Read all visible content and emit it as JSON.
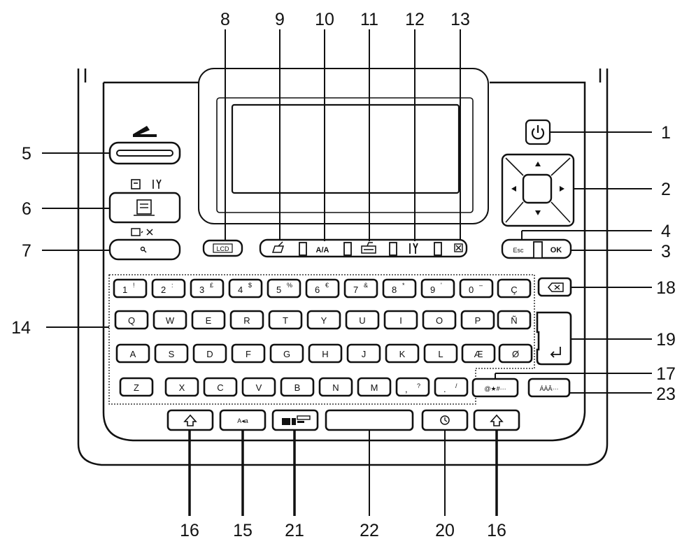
{
  "callouts": {
    "c1": "1",
    "c2": "2",
    "c3": "3",
    "c4": "4",
    "c5": "5",
    "c6": "6",
    "c7": "7",
    "c8": "8",
    "c9": "9",
    "c10": "10",
    "c11": "11",
    "c12": "12",
    "c13": "13",
    "c14": "14",
    "c15": "15",
    "c16a": "16",
    "c16b": "16",
    "c17": "17",
    "c18": "18",
    "c19": "19",
    "c20": "20",
    "c21": "21",
    "c22": "22",
    "c23": "23"
  },
  "keys": {
    "row1": [
      {
        "main": "1",
        "sub": "!"
      },
      {
        "main": "2",
        "sub": ":"
      },
      {
        "main": "3",
        "sub": "£"
      },
      {
        "main": "4",
        "sub": "$"
      },
      {
        "main": "5",
        "sub": "%"
      },
      {
        "main": "6",
        "sub": "€"
      },
      {
        "main": "7",
        "sub": "&"
      },
      {
        "main": "8",
        "sub": "*"
      },
      {
        "main": "9",
        "sub": "'"
      },
      {
        "main": "0",
        "sub": "–"
      },
      {
        "main": "Ç",
        "sub": ""
      }
    ],
    "row2": [
      "Q",
      "W",
      "E",
      "R",
      "T",
      "Y",
      "U",
      "I",
      "O",
      "P",
      "Ñ"
    ],
    "row3": [
      "A",
      "S",
      "D",
      "F",
      "G",
      "H",
      "J",
      "K",
      "L",
      "Æ",
      "Ø"
    ],
    "row4": [
      {
        "main": "Z",
        "sub": ""
      },
      {
        "main": "X",
        "sub": ""
      },
      {
        "main": "C",
        "sub": ""
      },
      {
        "main": "V",
        "sub": ""
      },
      {
        "main": "B",
        "sub": ""
      },
      {
        "main": "N",
        "sub": ""
      },
      {
        "main": "M",
        "sub": ""
      },
      {
        "main": ",",
        "sub": "?"
      },
      {
        "main": ".",
        "sub": "/"
      }
    ],
    "esc": "Esc",
    "ok": "OK",
    "case": "A◂a",
    "symbol": "@★#···",
    "accent": "ÁÀÂ···",
    "lcd": "LCD",
    "font": "A/A"
  }
}
